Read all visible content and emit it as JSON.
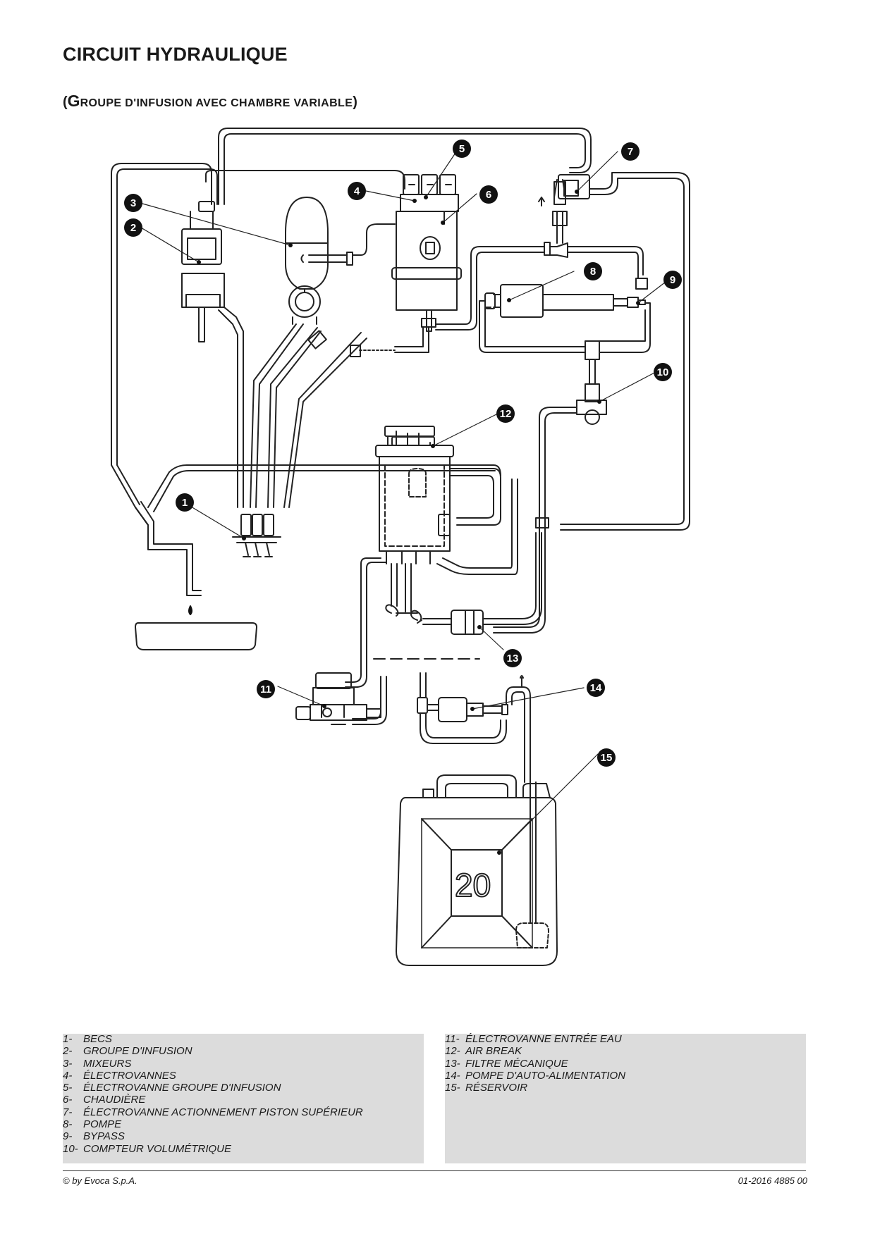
{
  "title": "CIRCUIT HYDRAULIQUE",
  "subtitle": {
    "open": "(",
    "lead": "G",
    "rest": "ROUPE D'INFUSION AVEC CHAMBRE VARIABLE",
    "close": ")"
  },
  "callouts": [
    "1",
    "2",
    "3",
    "4",
    "5",
    "6",
    "7",
    "8",
    "9",
    "10",
    "11",
    "12",
    "13",
    "14",
    "15"
  ],
  "tank_label": "20",
  "legend_left": [
    {
      "num": "1-",
      "label": "BECS"
    },
    {
      "num": "2-",
      "label": "GROUPE D'INFUSION"
    },
    {
      "num": "3-",
      "label": "MIXEURS"
    },
    {
      "num": "4-",
      "label": "ÉLECTROVANNES"
    },
    {
      "num": "5-",
      "label": "ÉLECTROVANNE GROUPE D'INFUSION"
    },
    {
      "num": "6-",
      "label": "CHAUDIÈRE"
    },
    {
      "num": "7-",
      "label": "ÉLECTROVANNE ACTIONNEMENT PISTON SUPÉRIEUR"
    },
    {
      "num": "8-",
      "label": "POMPE"
    },
    {
      "num": "9-",
      "label": "BYPASS"
    },
    {
      "num": "10-",
      "label": "COMPTEUR VOLUMÉTRIQUE"
    }
  ],
  "legend_right": [
    {
      "num": "11-",
      "label": "ÉLECTROVANNE ENTRÉE EAU"
    },
    {
      "num": "12-",
      "label": "AIR BREAK"
    },
    {
      "num": "13-",
      "label": "FILTRE MÉCANIQUE"
    },
    {
      "num": "14-",
      "label": "POMPE D'AUTO-ALIMENTATION"
    },
    {
      "num": "15-",
      "label": "RÉSERVOIR"
    }
  ],
  "footer": {
    "copyright": "© by Evoca S.p.A.",
    "code": "01-2016 4885 00"
  },
  "colors": {
    "line": "#222222",
    "callout_fill": "#111111",
    "legend_bg": "#dcdcdc"
  }
}
